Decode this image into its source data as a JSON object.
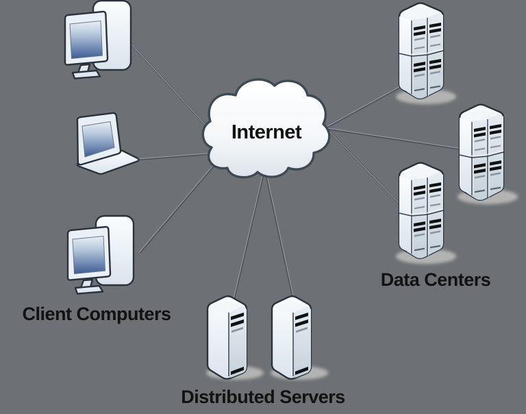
{
  "diagram": {
    "labels": {
      "internet": "Internet",
      "client_computers": "Client Computers",
      "data_centers": "Data Centers",
      "distributed_servers": "Distributed Servers"
    },
    "groups": [
      {
        "name": "Client Computers",
        "nodes": [
          "desktop computer",
          "laptop",
          "desktop computer"
        ]
      },
      {
        "name": "Internet",
        "nodes": [
          "internet cloud"
        ]
      },
      {
        "name": "Data Centers",
        "nodes": [
          "server rack",
          "server rack",
          "server rack"
        ]
      },
      {
        "name": "Distributed Servers",
        "nodes": [
          "server tower",
          "server tower"
        ]
      }
    ],
    "connections": [
      {
        "from": "desktop computer (top left)",
        "to": "Internet"
      },
      {
        "from": "laptop",
        "to": "Internet"
      },
      {
        "from": "desktop computer (bottom left)",
        "to": "Internet"
      },
      {
        "from": "distributed server 1",
        "to": "Internet"
      },
      {
        "from": "distributed server 2",
        "to": "Internet"
      },
      {
        "from": "data center rack 1",
        "to": "Internet"
      },
      {
        "from": "data center rack 2",
        "to": "Internet"
      },
      {
        "from": "data center rack 3",
        "to": "Internet"
      }
    ],
    "colors": {
      "background": "#6d7175",
      "line_dark": "#50555c",
      "line_light": "#9ca3a9",
      "icon_outline": "#2b323a",
      "screen_blue": "#3e5c94",
      "cloud_outline": "#3e4954",
      "label_text": "#121212",
      "shadow": "#ecebe6"
    }
  }
}
